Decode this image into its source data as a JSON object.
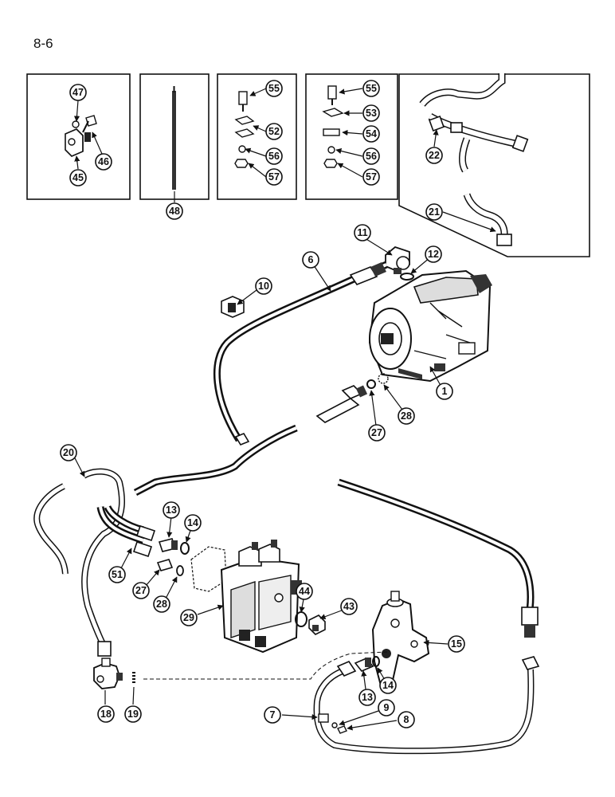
{
  "page": {
    "number": "8-6"
  },
  "callouts": {
    "c1": "1",
    "c6": "6",
    "c7": "7",
    "c8": "8",
    "c9": "9",
    "c10": "10",
    "c11": "11",
    "c12": "12",
    "c13a": "13",
    "c13b": "13",
    "c14a": "14",
    "c14b": "14",
    "c15": "15",
    "c18": "18",
    "c19": "19",
    "c20": "20",
    "c21": "21",
    "c22": "22",
    "c27a": "27",
    "c27b": "27",
    "c28a": "28",
    "c28b": "28",
    "c29": "29",
    "c43": "43",
    "c44": "44",
    "c45": "45",
    "c46": "46",
    "c47": "47",
    "c48": "48",
    "c51": "51",
    "c52": "52",
    "c53": "53",
    "c54": "54",
    "c55a": "55",
    "c55b": "55",
    "c56a": "56",
    "c56b": "56",
    "c57a": "57",
    "c57b": "57"
  }
}
